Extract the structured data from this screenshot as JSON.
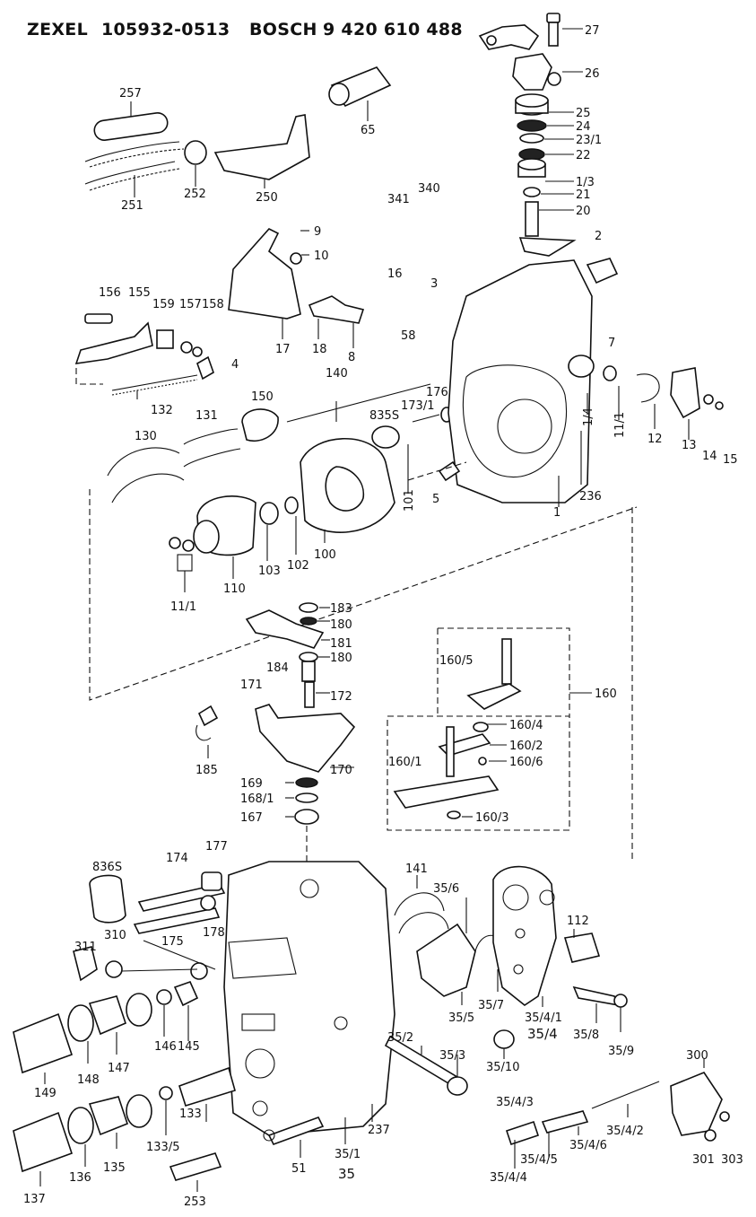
{
  "header": {
    "brand1": "ZEXEL",
    "part1": "105932-0513",
    "brand2": "BOSCH",
    "part2": "9 420 610 488"
  },
  "callouts": {
    "c27": "27",
    "c26": "26",
    "c25": "25",
    "c24": "24",
    "c23_1": "23/1",
    "c22": "22",
    "c1_3": "1/3",
    "c21": "21",
    "c20": "20",
    "c257": "257",
    "c65": "65",
    "c251": "251",
    "c252": "252",
    "c250": "250",
    "c341": "341",
    "c340": "340",
    "c2": "2",
    "c9": "9",
    "c10": "10",
    "c156": "156",
    "c155": "155",
    "c159": "159",
    "c157": "157",
    "c158": "158",
    "c4": "4",
    "c16": "16",
    "c3": "3",
    "c18": "18",
    "c8": "8",
    "c17": "17",
    "c58": "58",
    "c7": "7",
    "c1_4": "1/4",
    "c11_1a": "11/1",
    "c12": "12",
    "c13": "13",
    "c14": "14",
    "c15": "15",
    "c140": "140",
    "c176": "176",
    "c173_1": "173/1",
    "c835s": "835S",
    "c132": "132",
    "c150": "150",
    "c131": "131",
    "c130": "130",
    "c101": "101",
    "c5": "5",
    "c1": "1",
    "c236": "236",
    "c100": "100",
    "c102": "102",
    "c103": "103",
    "c110": "110",
    "c11_1b": "11/1",
    "c183": "183",
    "c180a": "180",
    "c181": "181",
    "c180b": "180",
    "c184": "184",
    "c171": "171",
    "c172": "172",
    "c185": "185",
    "c170": "170",
    "c169": "169",
    "c168_1": "168/1",
    "c167": "167",
    "c160_5": "160/5",
    "c160": "160",
    "c160_4": "160/4",
    "c160_2": "160/2",
    "c160_1": "160/1",
    "c160_6": "160/6",
    "c160_3": "160/3",
    "c836s": "836S",
    "c174": "174",
    "c177": "177",
    "c141": "141",
    "c35_6": "35/6",
    "c112": "112",
    "c311": "311",
    "c310": "310",
    "c175": "175",
    "c178": "178",
    "c148": "148",
    "c147": "147",
    "c146": "146",
    "c145": "145",
    "c149": "149",
    "c35_5": "35/5",
    "c35_7": "35/7",
    "c35_4_1": "35/4/1",
    "c35_4": "35/4",
    "c35_8": "35/8",
    "c35_9": "35/9",
    "c35_2": "35/2",
    "c35_3": "35/3",
    "c35_10": "35/10",
    "c300": "300",
    "c133": "133",
    "c133_5": "133/5",
    "c137": "137",
    "c136": "136",
    "c135": "135",
    "c253": "253",
    "c51": "51",
    "c35_1": "35/1",
    "c35": "35",
    "c237": "237",
    "c35_4_3": "35/4/3",
    "c35_4_2": "35/4/2",
    "c35_4_6": "35/4/6",
    "c35_4_5": "35/4/5",
    "c35_4_4": "35/4/4",
    "c301": "301",
    "c303": "303"
  }
}
